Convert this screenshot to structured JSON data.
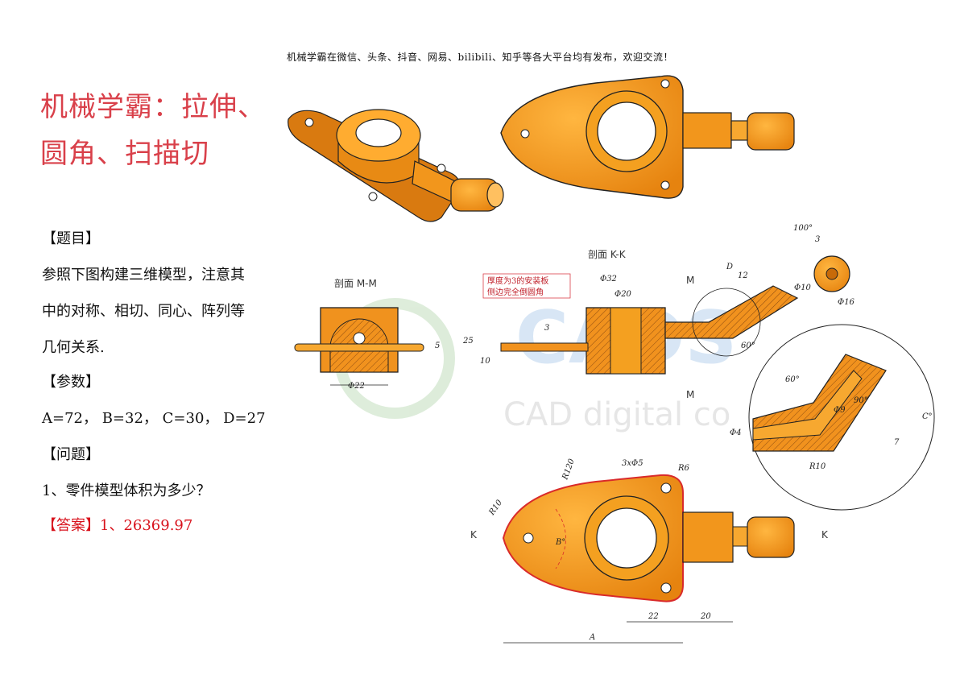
{
  "header": "机械学霸在微信、头条、抖音、网易、bilibili、知乎等各大平台均有发布，欢迎交流！",
  "title": {
    "line1": "机械学霸：拉伸、",
    "line2": "圆角、扫描切"
  },
  "question": {
    "heading": "【题目】",
    "desc": [
      "参照下图构建三维模型，注意其",
      "中的对称、相切、同心、阵列等",
      "几何关系."
    ],
    "params_heading": "【参数】",
    "params": "A=72，  B=32，  C=30，  D=27",
    "problem_heading": "【问题】",
    "problem": "1、零件模型体积为多少？",
    "answer_label": "【答案】",
    "answer_value": "1、26369.97"
  },
  "drawing": {
    "section_mm": "剖面 M-M",
    "section_kk": "剖面 K-K",
    "note_line1": "厚度为3的安装板",
    "note_line2": "侧边完全倒圆角",
    "watermark_text": "CAD digital co",
    "watermark_logo": "CADS",
    "dims": {
      "phi22": "Φ22",
      "phi32": "Φ32",
      "phi20": "Φ20",
      "d25": "25",
      "d10": "10",
      "d5": "5",
      "d3": "3",
      "m_top": "M",
      "m_bot": "M",
      "d100deg": "100°",
      "d3b": "3",
      "d12": "12",
      "D": "D",
      "phi10": "Φ10",
      "phi16": "Φ16",
      "d60a": "60°",
      "d60b": "60°",
      "d90": "90°",
      "phi9": "Φ9",
      "phi4": "Φ4",
      "d7": "7",
      "r10a": "R10",
      "C": "C°",
      "r120": "R120",
      "hole": "3xΦ5",
      "r6": "R6",
      "r10b": "R10",
      "B": "B°",
      "k_left": "K",
      "k_right": "K",
      "d22": "22",
      "d20": "20",
      "A": "A"
    }
  }
}
